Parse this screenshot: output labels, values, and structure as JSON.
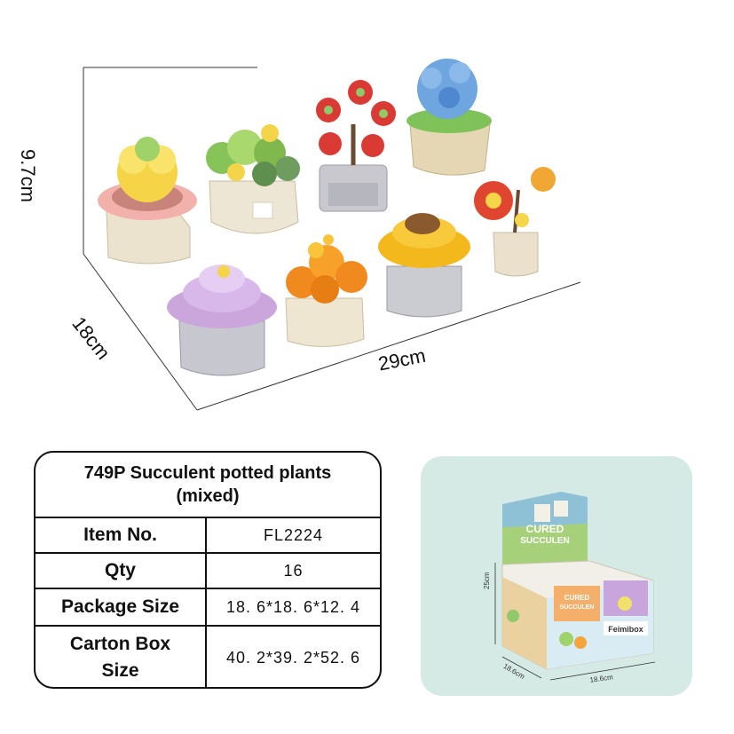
{
  "dimensions": {
    "height": "9.7cm",
    "depth": "18cm",
    "width": "29cm"
  },
  "spec": {
    "title": "749P Succulent potted plants (mixed)",
    "rows": [
      {
        "label": "Item No.",
        "value": "FL2224"
      },
      {
        "label": "Qty",
        "value": "16"
      },
      {
        "label": "Package Size",
        "value": "18. 6*18. 6*12. 4"
      },
      {
        "label": "Carton Box Size",
        "value": "40. 2*39. 2*52. 6"
      }
    ]
  },
  "package": {
    "brand_title_1": "CURED",
    "brand_title_2": "SUCCULEN",
    "box_title_1": "CURED",
    "box_title_2": "SUCCULEN",
    "logo": "Feimibox",
    "dim_height": "25cm",
    "dim_depth": "18.6cm",
    "dim_width": "18.6cm"
  },
  "colors": {
    "panel_bg": "#d6eae5",
    "frame_line": "#333333"
  }
}
